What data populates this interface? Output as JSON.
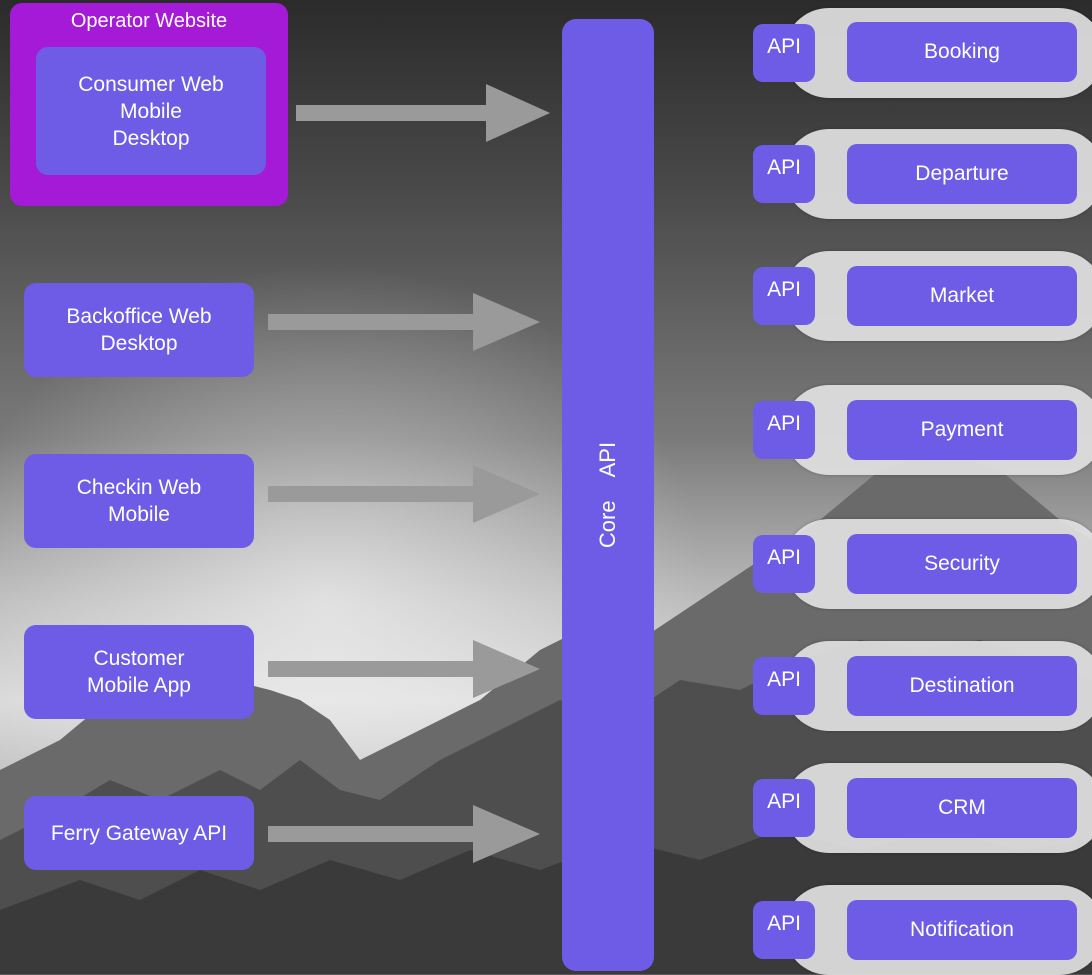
{
  "operator": {
    "title": "Operator Website",
    "consumer": "Consumer Web\nMobile\nDesktop"
  },
  "clients": [
    "Backoffice Web\nDesktop",
    "Checkin Web\nMobile",
    "Customer\nMobile App",
    "Ferry Gateway API"
  ],
  "core": {
    "label": "Core  API"
  },
  "api_label": "API",
  "services": [
    "Booking",
    "Departure",
    "Market",
    "Payment",
    "Security",
    "Destination",
    "CRM",
    "Notification"
  ],
  "colors": {
    "box": "#6e5ce6",
    "operator": "#a51ad6",
    "arrow": "#9a9a9a"
  }
}
